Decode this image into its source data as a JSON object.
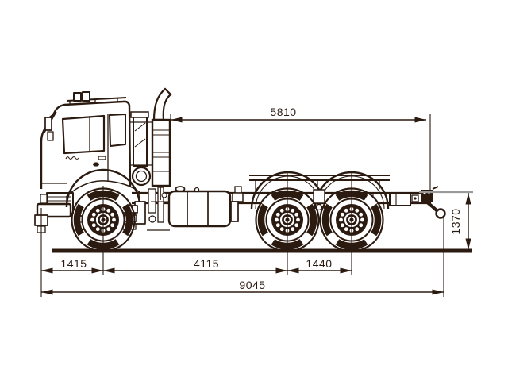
{
  "diagram": {
    "colors": {
      "line": "#2B1A10",
      "extension_gray": "#9A9A9A",
      "background": "#FFFFFF"
    },
    "dimensions": {
      "behind_cab_to_frame_end": "5810",
      "frame_height_above_ground": "1370",
      "front_overhang_to_front_axle": "1415",
      "front_axle_to_middle_axle": "4115",
      "middle_axle_to_rear_axle": "1440",
      "overall_length": "9045"
    }
  }
}
